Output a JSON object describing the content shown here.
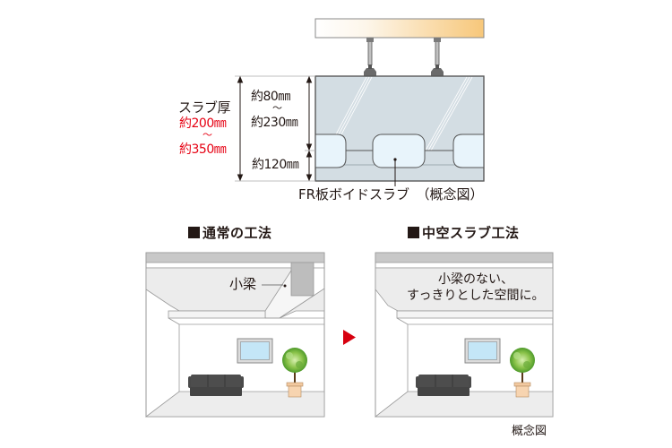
{
  "top_diagram": {
    "slab_thickness_label": "スラブ厚",
    "slab_thickness_min": "約200㎜",
    "slab_thickness_tilde": "～",
    "slab_thickness_max": "約350㎜",
    "upper_thickness_min": "約80㎜",
    "upper_thickness_tilde": "～",
    "upper_thickness_max": "約230㎜",
    "lower_thickness": "約120㎜",
    "caption": "FR板ボイドスラブ　（概念図）",
    "colors": {
      "slab": "#d3dde3",
      "void": "#e8f4fb",
      "floor_board_start": "#ffffff",
      "floor_board_end": "#f7c77a",
      "accent_red": "#e60012"
    }
  },
  "panels": [
    {
      "heading": "通常の工法",
      "beam_label": "小梁"
    },
    {
      "heading": "中空スラブ工法",
      "message_line1": "小梁のない、",
      "message_line2": "すっきりとした空間に。"
    }
  ],
  "arrow": {
    "icon": "right-triangle-icon",
    "color": "#d7000f"
  },
  "footer_note": "概念図"
}
